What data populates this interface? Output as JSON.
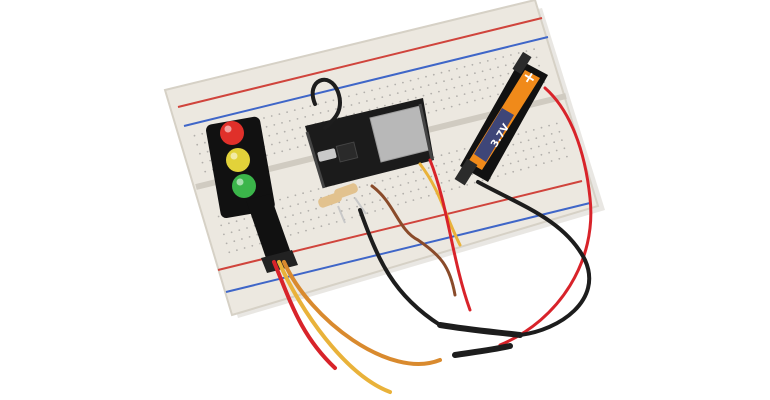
{
  "photo": {
    "background": "#ffffff",
    "colors": {
      "breadboard": "#ece8e0",
      "breadboard_edge": "#d6d1c6",
      "rail_red": "#d0443c",
      "rail_blue": "#3f66c8",
      "wire_black": "#1d1d1d",
      "wire_red": "#d8232a",
      "wire_yellow": "#e9b23a",
      "wire_orange": "#d98a2e",
      "wire_brown": "#8a4b2a",
      "board_black": "#1b1b1b",
      "module_metal": "#b8b8b8",
      "battery_orange": "#f08a1a",
      "battery_blue": "#1f3a8a",
      "led_red": "#e0302a",
      "led_yellow": "#e2d23a",
      "led_green": "#3bb54a"
    },
    "objects": {
      "breadboard": "breadboard",
      "traffic_light": "traffic-light-module",
      "dev_board": "esp32-dev-board",
      "battery_holder": "battery-holder",
      "resistors": "resistors",
      "wires": "jumper-wires"
    },
    "icons": [
      "plus-icon",
      "usb-port-icon"
    ],
    "battery_label": {
      "plus": "+",
      "text": "3.7V"
    }
  }
}
